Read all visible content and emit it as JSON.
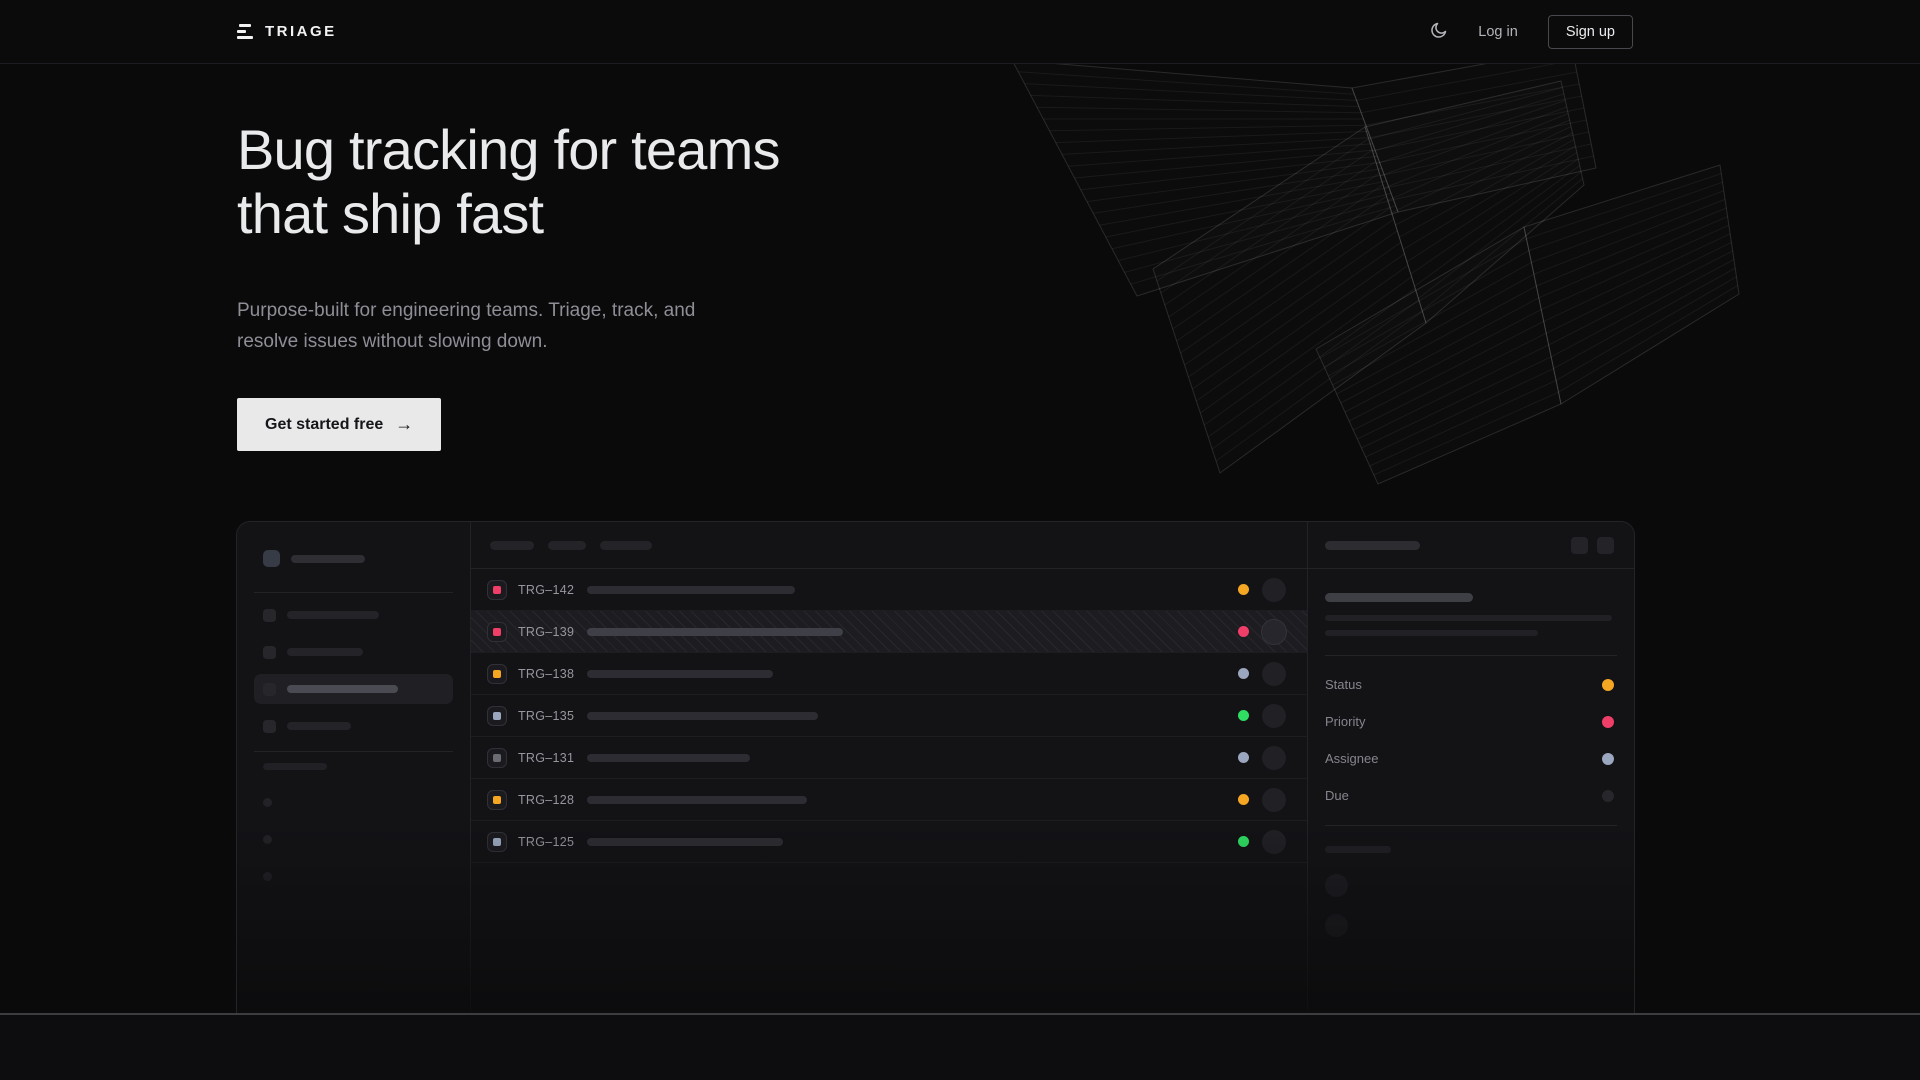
{
  "brand": {
    "name": "TRIAGE"
  },
  "navbar": {
    "login_label": "Log in",
    "signup_label": "Sign up",
    "theme_toggle_icon": "moon-icon"
  },
  "hero": {
    "title_line1": "Bug tracking for teams",
    "title_line2": "that ship fast",
    "subtitle": "Purpose-built for engineering teams. Triage, track, and resolve issues without slowing down.",
    "cta_label": "Get started free",
    "cta_arrow_glyph": "→"
  },
  "palette": {
    "amber": "#f5a623",
    "pink": "#ef3e68",
    "slate": "#9aa7bf",
    "green": "#2fdd62",
    "muted_gray": "#6b6b73",
    "due_dot": "#26262b",
    "page_bg": "#0a0a0b",
    "card_bg": "#131316"
  },
  "app_preview": {
    "issues": [
      {
        "id": "TRG–142",
        "icon_color": "#ef3e68",
        "status_color": "#f5a623",
        "title_width": 208,
        "selected": false
      },
      {
        "id": "TRG–139",
        "icon_color": "#ef3e68",
        "status_color": "#ef3e68",
        "title_width": 256,
        "selected": true
      },
      {
        "id": "TRG–138",
        "icon_color": "#f5a623",
        "status_color": "#9aa7bf",
        "title_width": 186,
        "selected": false
      },
      {
        "id": "TRG–135",
        "icon_color": "#9aa7bf",
        "status_color": "#2fdd62",
        "title_width": 231,
        "selected": false
      },
      {
        "id": "TRG–131",
        "icon_color": "#6b6b73",
        "status_color": "#9aa7bf",
        "title_width": 163,
        "selected": false
      },
      {
        "id": "TRG–128",
        "icon_color": "#f5a623",
        "status_color": "#f5a623",
        "title_width": 220,
        "selected": false
      },
      {
        "id": "TRG–125",
        "icon_color": "#9aa7bf",
        "status_color": "#2fdd62",
        "title_width": 196,
        "selected": false
      }
    ],
    "detail_fields": [
      {
        "label": "Status",
        "dot_color": "#f5a623"
      },
      {
        "label": "Priority",
        "dot_color": "#ef3e68"
      },
      {
        "label": "Assignee",
        "dot_color": "#9aa7bf"
      },
      {
        "label": "Due",
        "dot_color": "#26262b"
      }
    ]
  }
}
